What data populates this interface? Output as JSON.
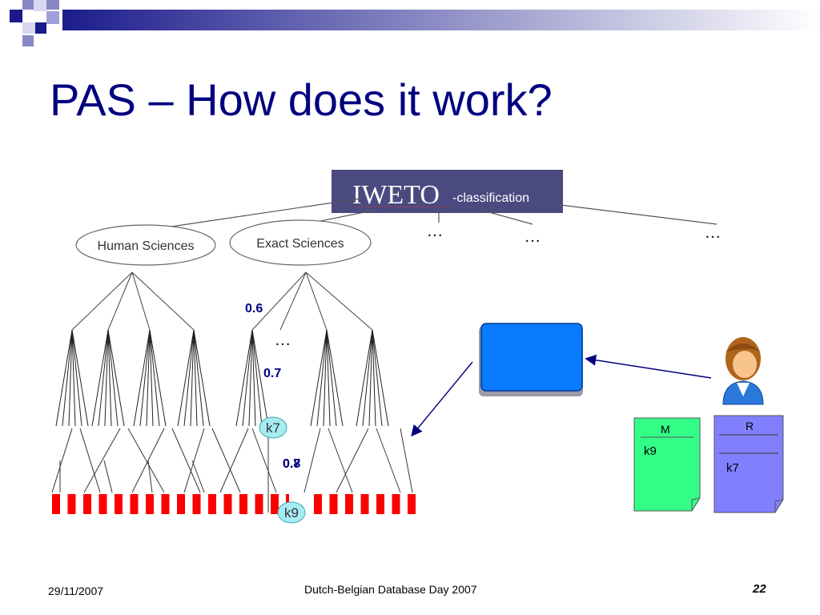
{
  "slide": {
    "title": "PAS – How does it work?",
    "footer": {
      "date": "29/11/2007",
      "center": "Dutch-Belgian Database Day 2007",
      "page": "22"
    }
  },
  "diagram": {
    "root_logo": {
      "main": "IWETO",
      "suffix": "-classification"
    },
    "nodes": [
      "Human Sciences",
      "Exact Sciences"
    ],
    "ellipsis": "…",
    "weights": {
      "upper": "0.6",
      "lower": "0.7",
      "overlap": "0.8"
    },
    "keywords": {
      "k7": "k7",
      "k9": "k9"
    },
    "documents": {
      "m": {
        "header": "M",
        "keyword": "k9",
        "color": "#33ff88"
      },
      "r": {
        "header": "R",
        "keyword": "k7",
        "color": "#8080ff"
      }
    },
    "process_box_color": "#0a7aff",
    "leaf_color": "#ff0000"
  }
}
